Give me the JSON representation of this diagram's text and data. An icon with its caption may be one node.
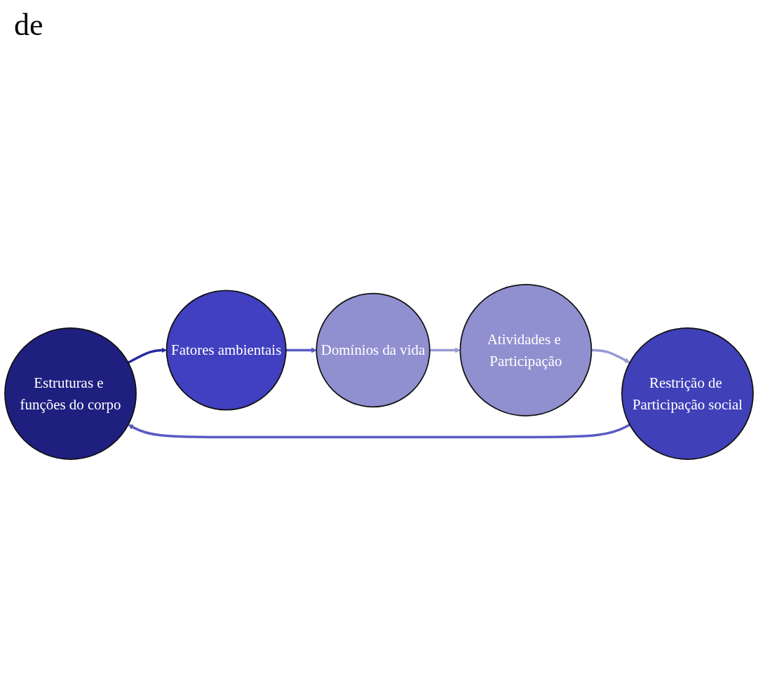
{
  "diagram": {
    "title": "de",
    "nodes": [
      {
        "text": [
          "Estruturas e funções do corpo"
        ]
      },
      {
        "text": [
          "Fatores ambientais"
        ]
      },
      {
        "text": [
          "Domínios da vida"
        ]
      },
      {
        "text": [
          "Atividades e Participação"
        ]
      },
      {
        "text": [
          "Restrição de Participação social"
        ]
      }
    ],
    "edges": [
      {
        "from": 0,
        "to": 1,
        "arrow": "to",
        "color": "#2a2aa0"
      },
      {
        "from": 1,
        "to": 2,
        "arrow": "to",
        "color": "#5a5ac4"
      },
      {
        "from": 2,
        "to": 3,
        "arrow": "to",
        "color": "#9a9ad4"
      },
      {
        "from": 3,
        "to": 4,
        "arrow": "to",
        "color": "#9a9ad4"
      },
      {
        "from": 4,
        "to": 0,
        "arrow": "to",
        "color": "#5a5ac4"
      }
    ]
  }
}
